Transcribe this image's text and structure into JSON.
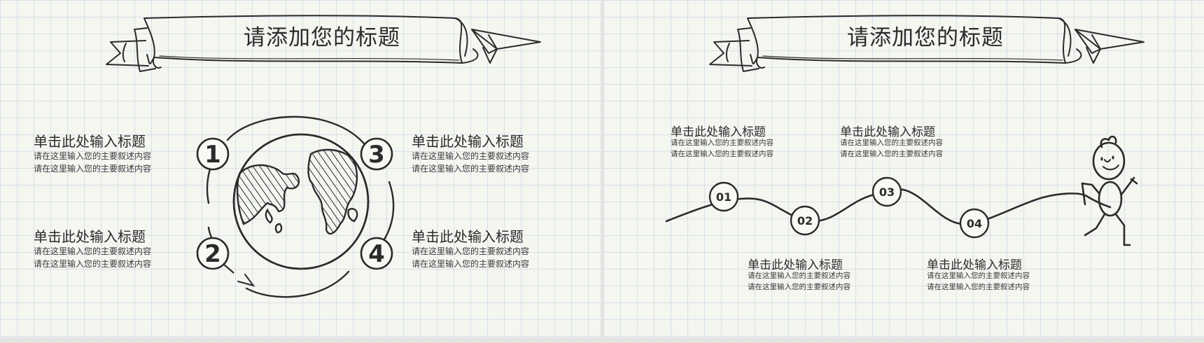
{
  "slide1": {
    "title": "请添加您的标题",
    "numbers": [
      "1",
      "2",
      "3",
      "4"
    ],
    "blocks": [
      {
        "title": "单击此处输入标题",
        "body": [
          "请在这里输入您的主要叙述内容",
          "请在这里输入您的主要叙述内容"
        ]
      },
      {
        "title": "单击此处输入标题",
        "body": [
          "请在这里输入您的主要叙述内容",
          "请在这里输入您的主要叙述内容"
        ]
      },
      {
        "title": "单击此处输入标题",
        "body": [
          "请在这里输入您的主要叙述内容",
          "请在这里输入您的主要叙述内容"
        ]
      },
      {
        "title": "单击此处输入标题",
        "body": [
          "请在这里输入您的主要叙述内容",
          "请在这里输入您的主要叙述内容"
        ]
      }
    ]
  },
  "slide2": {
    "title": "请添加您的标题",
    "steps": [
      "01",
      "02",
      "03",
      "04"
    ],
    "blocks": [
      {
        "title": "单击此处输入标题",
        "body": [
          "请在这里输入您的主要叙述内容",
          "请在这里输入您的主要叙述内容"
        ]
      },
      {
        "title": "单击此处输入标题",
        "body": [
          "请在这里输入您的主要叙述内容",
          "请在这里输入您的主要叙述内容"
        ]
      },
      {
        "title": "单击此处输入标题",
        "body": [
          "请在这里输入您的主要叙述内容",
          "请在这里输入您的主要叙述内容"
        ]
      },
      {
        "title": "单击此处输入标题",
        "body": [
          "请在这里输入您的主要叙述内容",
          "请在这里输入您的主要叙述内容"
        ]
      }
    ]
  },
  "colors": {
    "ink": "#2b2b2b",
    "paper": "#f4f6f0",
    "grid": "#b7bde6",
    "frame": "#e3e3e1"
  }
}
